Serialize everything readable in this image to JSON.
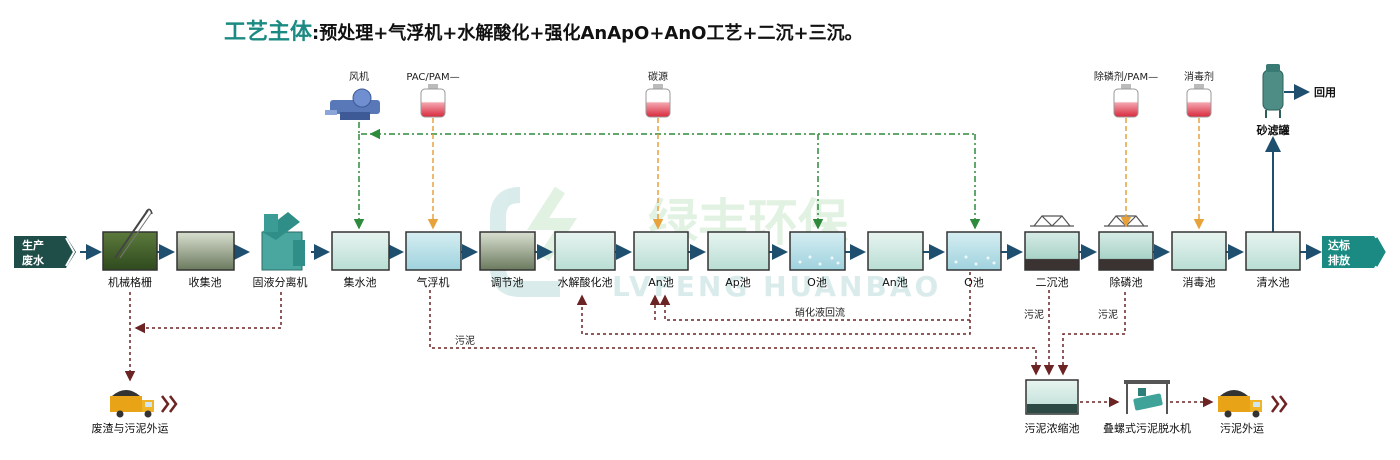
{
  "title": {
    "lead": "工艺主体",
    "sep": ":",
    "text": "预处理+气浮机+水解酸化+强化AnApO+AnO工艺+二沉+三沉。"
  },
  "inlet": {
    "label_1": "生产",
    "label_2": "废水"
  },
  "outlet": {
    "label_1": "达标",
    "label_2": "排放"
  },
  "tanks": [
    {
      "label": "机械格栅"
    },
    {
      "label": "收集池"
    },
    {
      "label": "固液分离机"
    },
    {
      "label": "集水池"
    },
    {
      "label": "气浮机"
    },
    {
      "label": "调节池"
    },
    {
      "label": "水解酸化池"
    },
    {
      "label": "An池"
    },
    {
      "label": "Ap池"
    },
    {
      "label": "O池"
    },
    {
      "label": "An池"
    },
    {
      "label": "O池"
    },
    {
      "label": "二沉池"
    },
    {
      "label": "除磷池"
    },
    {
      "label": "消毒池"
    },
    {
      "label": "清水池"
    }
  ],
  "dosing": {
    "blower": "风机",
    "pac_pam": "PAC/PAM—",
    "carbon": "碳源",
    "p_removal": "除磷剂/PAM—",
    "disinfectant": "消毒剂"
  },
  "sand_filter": {
    "label": "砂滤罐",
    "reuse": "回用"
  },
  "recycle_label": "硝化液回流",
  "sludge_labels": {
    "main": "污泥",
    "clarifier": "污泥",
    "p_tank": "污泥"
  },
  "sludge_line": {
    "thickener": "污泥浓缩池",
    "dewater": "叠螺式污泥脱水机",
    "out": "污泥外运",
    "residue_out": "废渣与污泥外运"
  },
  "watermark": {
    "cn": "绿丰环保",
    "en": "LVFENG HUANBAO"
  },
  "colors": {
    "teal": "#1a8a82",
    "flow": "#1e4f6e",
    "air": "#2e8b3c",
    "dose": "#e8a23c",
    "sludge": "#6b2323"
  }
}
